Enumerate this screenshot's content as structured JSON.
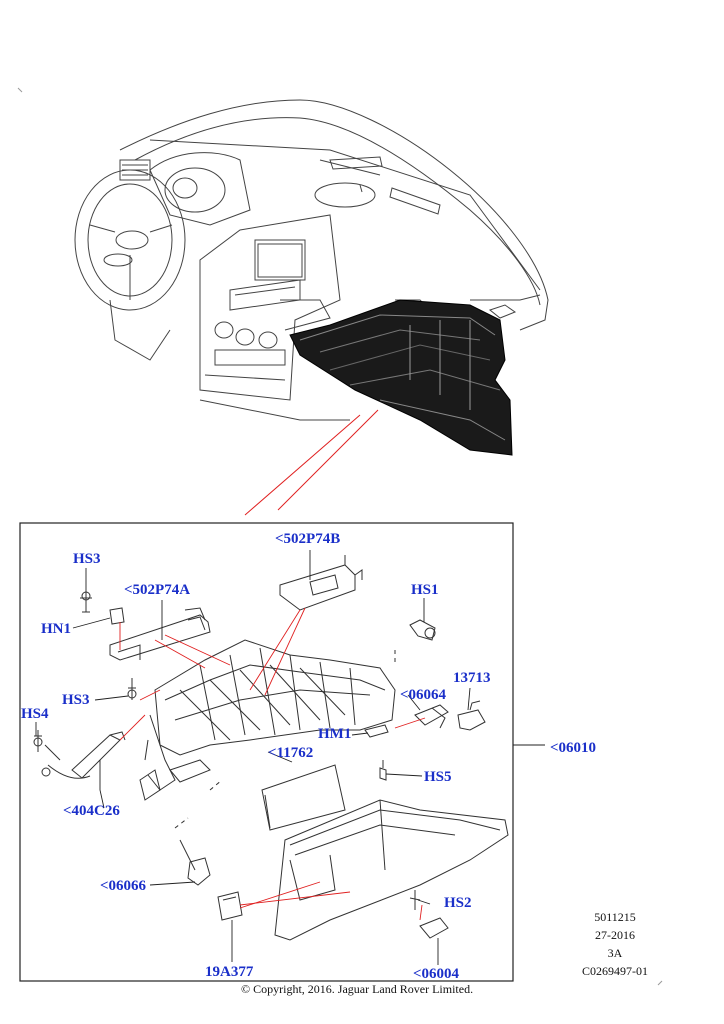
{
  "callouts": {
    "hs3_top": "HS3",
    "p502p74a": "<502P74A",
    "hn1": "HN1",
    "p502p74b": "<502P74B",
    "hs1": "HS1",
    "hs3_mid": "HS3",
    "hs4": "HS4",
    "p06064": "<06064",
    "p13713": "13713",
    "hm1": "HM1",
    "p06010": "<06010",
    "p11762": "<11762",
    "hs5": "HS5",
    "p404c26": "<404C26",
    "p06066": "<06066",
    "hs2": "HS2",
    "p19a377": "19A377",
    "p06004": "<06004"
  },
  "meta": {
    "part_number": "5011215",
    "date_code": "27-2016",
    "revision": "3A",
    "image_code": "C0269497-01"
  },
  "copyright": "© Copyright, 2016. Jaguar Land Rover Limited.",
  "colors": {
    "callout_text": "#1a2fc9",
    "leader_red": "#e02020",
    "line_art": "#333333"
  }
}
